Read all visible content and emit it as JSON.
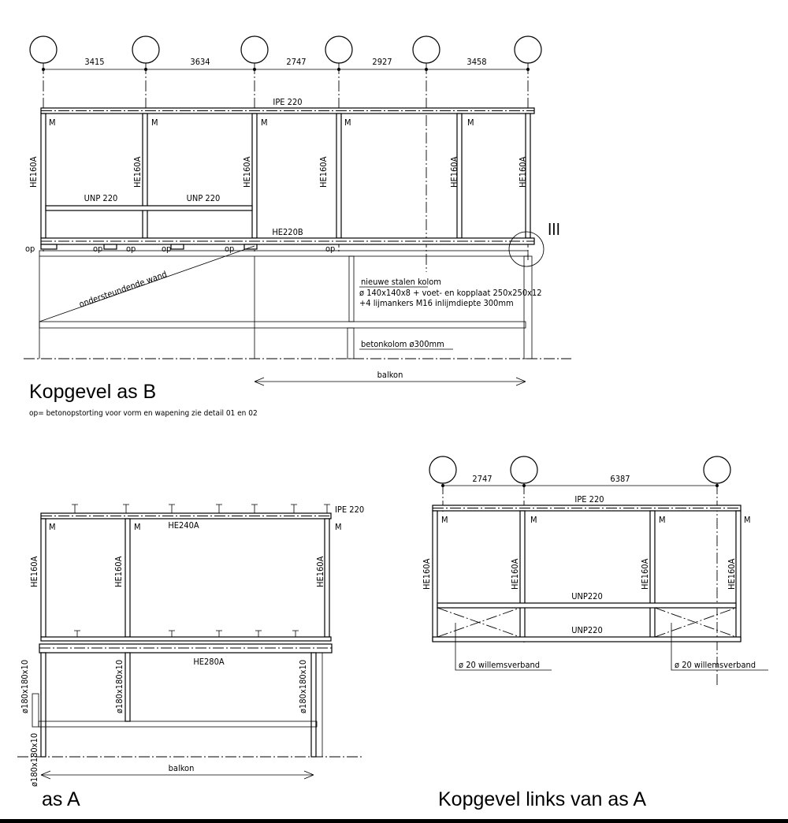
{
  "top_view": {
    "title": "Kopgevel as B",
    "note": "op= betonopstorting voor vorm en wapening zie detail 01 en 02",
    "dimensions": [
      "3415",
      "3634",
      "2747",
      "2927",
      "3458"
    ],
    "top_beam": "IPE 220",
    "bottom_beam": "HE220B",
    "column_label": "HE160A",
    "moment_mark": "M",
    "unp_label": "UNP 220",
    "op_label": "op",
    "detail_mark": "III",
    "wall_label": "ondersteundende wand",
    "column_note": [
      "nieuwe stalen kolom",
      "ø 140x140x8 + voet- en kopplaat 250x250x12",
      "+4 lijmankers M16 inlijmdiepte 300mm"
    ],
    "concrete_column": "betonkolom ø300mm",
    "balcony_label": "balkon"
  },
  "as_a_view": {
    "title": "as A",
    "top_beam": "IPE 220",
    "upper_beam": "HE240A",
    "lower_beam": "HE280A",
    "column_label": "HE160A",
    "moment_mark": "M",
    "post_label": "ø180x180x10",
    "balcony_label": "balkon"
  },
  "left_view": {
    "title": "Kopgevel links van as A",
    "dimensions": [
      "2747",
      "6387"
    ],
    "top_beam": "IPE 220",
    "column_label": "HE160A",
    "moment_mark": "M",
    "unp_label": "UNP220",
    "bracing_label": "ø 20 willemsverband"
  }
}
